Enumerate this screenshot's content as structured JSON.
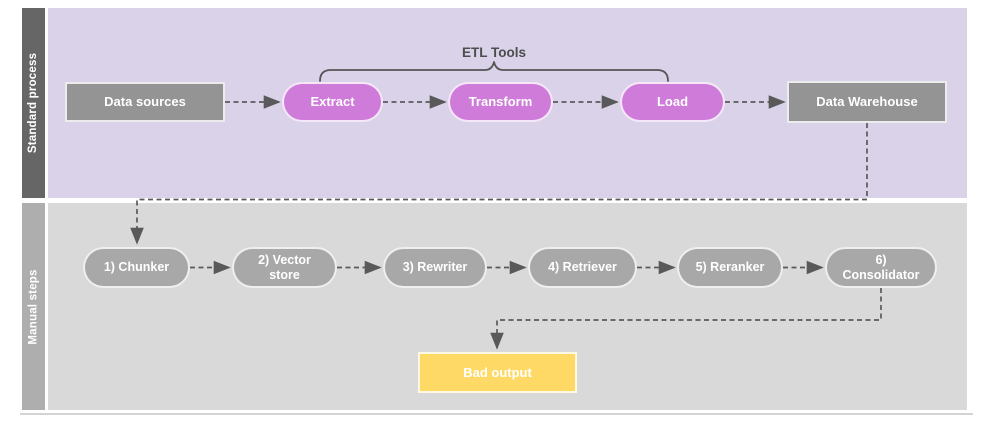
{
  "diagram": {
    "annotations": {
      "etl_tools_label": "ETL Tools"
    },
    "lanes": [
      {
        "label": "Standard process",
        "nodes": [
          {
            "label": "Data sources"
          },
          {
            "label": "Extract"
          },
          {
            "label": "Transform"
          },
          {
            "label": "Load"
          },
          {
            "label": "Data Warehouse"
          }
        ]
      },
      {
        "label": "Manual steps",
        "nodes": [
          {
            "label": "1) Chunker"
          },
          {
            "label": "2) Vector\nstore"
          },
          {
            "label": "3) Rewriter"
          },
          {
            "label": "4) Retriever"
          },
          {
            "label": "5) Reranker"
          },
          {
            "label": "6)\nConsolidator"
          },
          {
            "label": "Bad output"
          }
        ]
      }
    ],
    "colors": {
      "standard_lane_bg": "#d9d2e9",
      "standard_sidebar": "#666666",
      "manual_lane_bg": "#d9d9d9",
      "manual_sidebar": "#aeaeae",
      "etl_step_fill": "#ce7bd9",
      "standard_node_fill": "#949494",
      "manual_node_fill": "#a8a8a8",
      "bad_output_fill": "#ffd966",
      "connector": "#595959"
    }
  }
}
